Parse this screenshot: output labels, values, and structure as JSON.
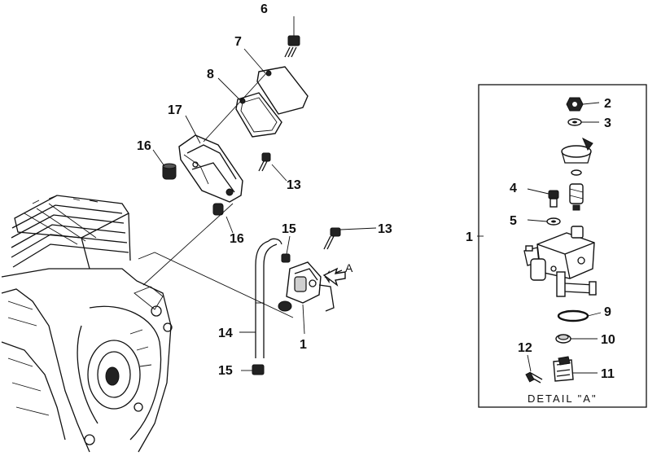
{
  "callouts": {
    "c1_main": "1",
    "c1_detail": "1",
    "c2": "2",
    "c3": "3",
    "c4": "4",
    "c5": "5",
    "c6": "6",
    "c7": "7",
    "c8": "8",
    "c9": "9",
    "c10": "10",
    "c11": "11",
    "c12": "12",
    "c13_upper": "13",
    "c13_lower": "13",
    "c14": "14",
    "c15_upper": "15",
    "c15_lower": "15",
    "c16_left": "16",
    "c16_right": "16",
    "c17": "17"
  },
  "detail_view_ref": "A",
  "detail_caption": "DETAIL \"A\""
}
